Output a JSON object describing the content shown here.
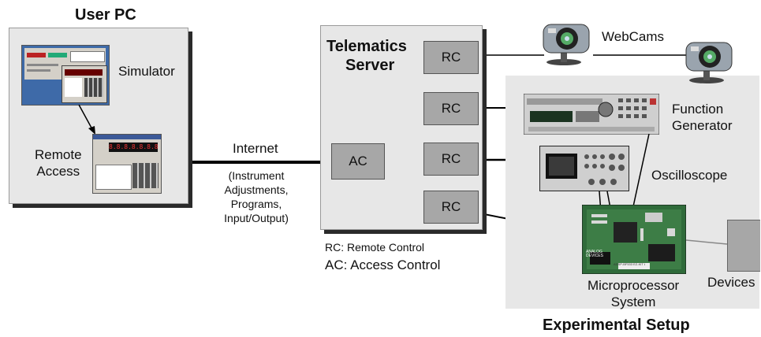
{
  "user_pc": {
    "title": "User PC",
    "simulator_label": "Simulator",
    "remote_access_label_line1": "Remote",
    "remote_access_label_line2": "Access"
  },
  "network": {
    "internet_label": "Internet",
    "note_lines": [
      "(Instrument",
      "Adjustments,",
      "Programs,",
      "Input/Output)"
    ]
  },
  "server": {
    "title_line1": "Telematics",
    "title_line2": "Server",
    "ac_label": "AC",
    "rc_labels": [
      "RC",
      "RC",
      "RC",
      "RC"
    ]
  },
  "legend": {
    "rc": "RC: Remote Control",
    "ac": "AC: Access Control"
  },
  "setup": {
    "title": "Experimental Setup",
    "webcams_label": "WebCams",
    "function_generator_line1": "Function",
    "function_generator_line2": "Generator",
    "oscilloscope_label": "Oscilloscope",
    "microprocessor_line1": "Microprocessor",
    "microprocessor_line2": "System",
    "devices_label": "Devices",
    "board_text_line1": "ANALOG",
    "board_text_line2": "DEVICES",
    "board_chip_text": "ADSP-BF533 EZ-KIT LITE"
  },
  "calculator": {
    "display_digits": "8.8.8.8.8.8.8"
  }
}
